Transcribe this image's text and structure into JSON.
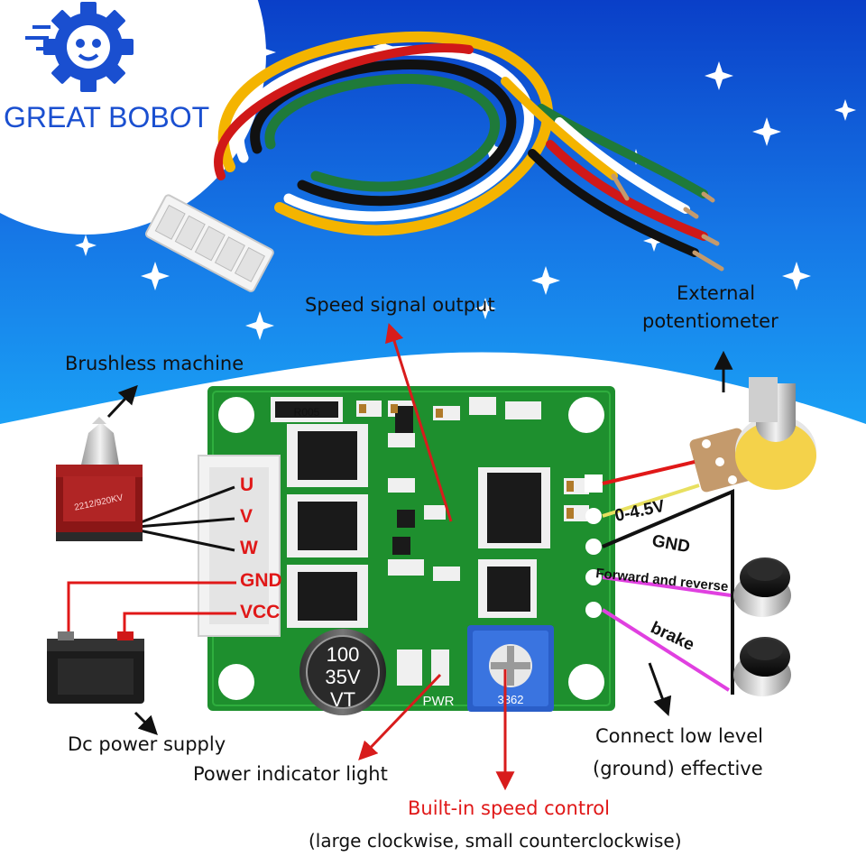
{
  "brand": {
    "name": "GREAT BOBOT"
  },
  "pins": {
    "u": "U",
    "v": "V",
    "w": "W",
    "gnd": "GND",
    "vcc": "VCC"
  },
  "potentiometer_pins": {
    "range": "0-4.5V",
    "gnd": "GND",
    "forward_reverse": "Forward and reverse",
    "brake": "brake"
  },
  "labels": {
    "speed_signal_output": "Speed signal output",
    "external_potentiometer_line1": "External",
    "external_potentiometer_line2": "potentiometer",
    "brushless_machine": "Brushless machine",
    "dc_power_supply": "Dc power supply",
    "power_indicator_light": "Power indicator light",
    "builtin_speed_control": "Built-in speed control",
    "speed_control_note": "(large clockwise, small counterclockwise)",
    "connect_low_level_line1": "Connect low level",
    "connect_low_level_line2": "(ground) effective"
  },
  "board": {
    "capacitor_line1": "100",
    "capacitor_line2": "35V",
    "capacitor_line3": "VT",
    "pwr": "PWR",
    "trimmer_code": "3362",
    "resistor_code": "R005",
    "motor_label": "2212/920KV"
  },
  "colors": {
    "sky_top": "#0a3fc8",
    "sky_bottom": "#1a8ef0",
    "pcb": "#1e8f2e",
    "pin_label": "#e01818",
    "signal_arrow": "#d81c1c",
    "speed_control_label": "#e01818",
    "brand": "#1a4fd0",
    "magenta_wire": "#e040e0"
  }
}
